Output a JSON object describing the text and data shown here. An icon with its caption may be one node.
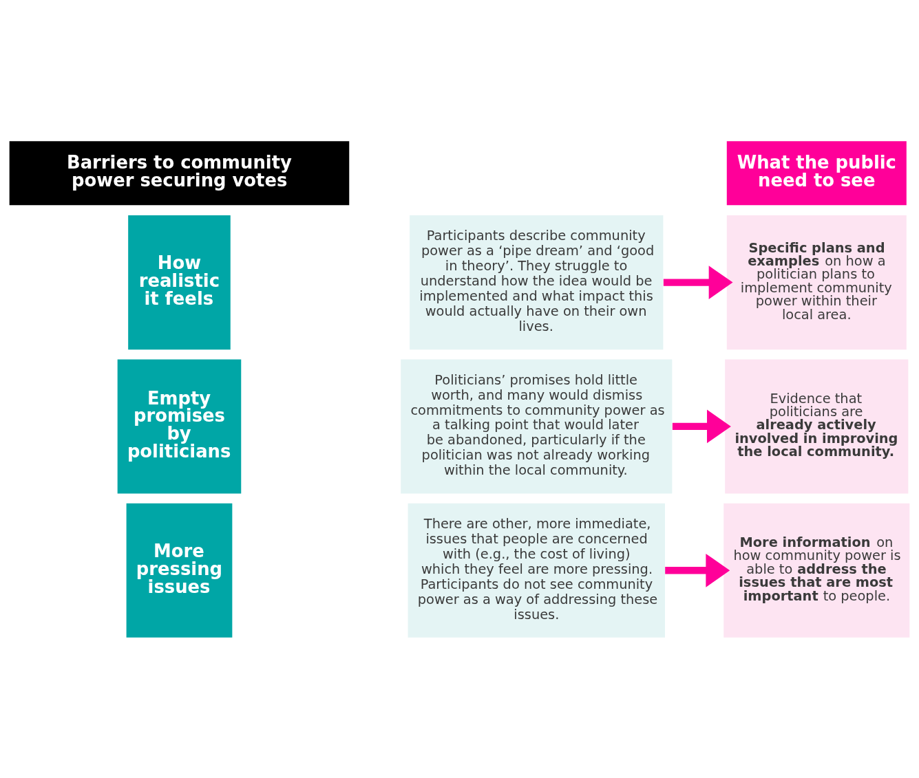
{
  "diagram": {
    "nodes": [
      {
        "text": [
          "Barriers to community power securing votes"
        ]
      },
      {
        "text": [
          "What the public need to see"
        ]
      },
      {
        "text": [
          "How realistic it feels"
        ]
      },
      {
        "text": [
          "Participants describe community power as a ‘pipe dream’ and ‘good in theory’. They struggle to understand how the idea would be implemented and what impact this would actually have on their own lives."
        ]
      },
      {
        "text": [
          "**Specific plans and examples** on how a politician plans to implement community power within their local area."
        ]
      },
      {
        "text": [
          "Empty promises by politicians"
        ]
      },
      {
        "text": [
          "Politicians’ promises hold little worth, and many would dismiss commitments to community power as a talking point that would later be abandoned, particularly if the politician was not already working within the local community."
        ]
      },
      {
        "text": [
          "Evidence that politicians are **already actively involved in improving the local community.**"
        ]
      },
      {
        "text": [
          "More pressing issues"
        ]
      },
      {
        "text": [
          "There are other, more immediate, issues that people are concerned with (e.g., the cost of living) which they feel are more pressing. Participants do not see community power as a way of addressing these issues."
        ]
      },
      {
        "text": [
          "**More information** on how community power is able to **address the issues that are most important** to people."
        ]
      }
    ],
    "edges": [
      {
        "from": 3,
        "to": 4,
        "arrow": "to"
      },
      {
        "from": 6,
        "to": 7,
        "arrow": "to"
      },
      {
        "from": 9,
        "to": 10,
        "arrow": "to"
      }
    ]
  }
}
